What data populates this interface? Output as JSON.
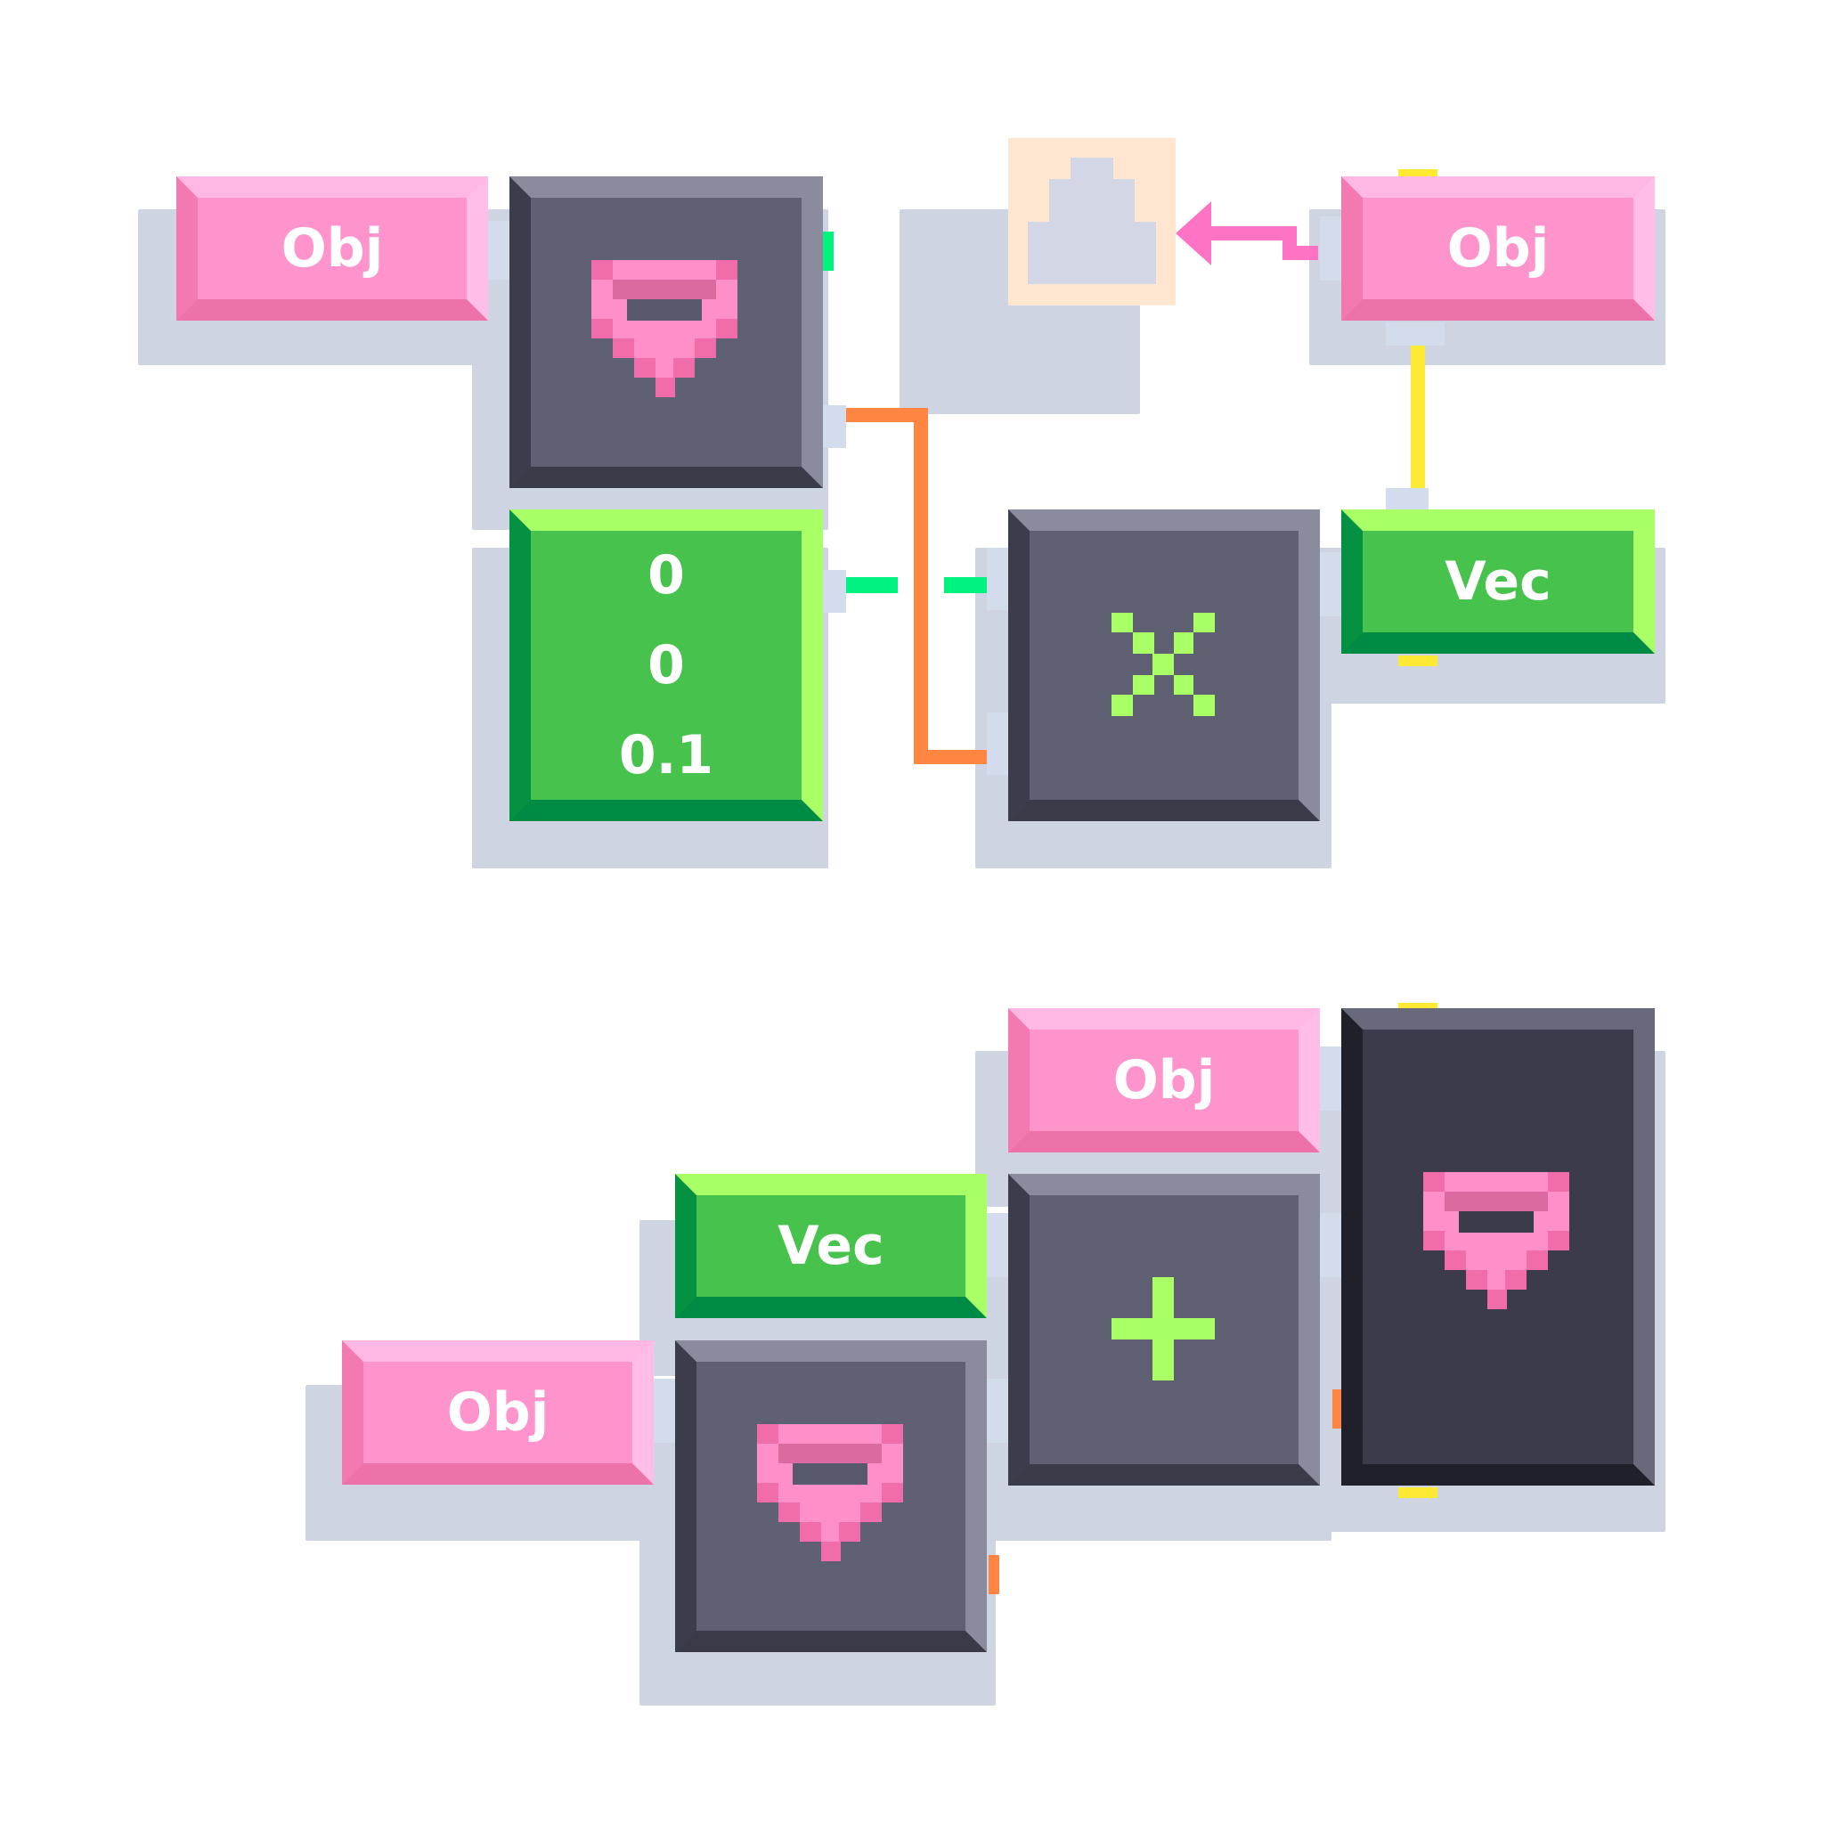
{
  "nodes": {
    "obj_top_left": {
      "label": "Obj"
    },
    "obj_top_right": {
      "label": "Obj"
    },
    "vec_right": {
      "label": "Vec"
    },
    "vector_values": {
      "values": [
        "0",
        "0",
        "0.1"
      ]
    },
    "obj_bottom_middle": {
      "label": "Obj"
    },
    "vec_bottom": {
      "label": "Vec"
    },
    "obj_bottom_left": {
      "label": "Obj"
    }
  },
  "icons": {
    "get_component": "pink-pin-icon",
    "multiply": "multiply-icon",
    "add": "plus-icon",
    "target": "triangle-target-icon"
  },
  "colors": {
    "object": "#ff94cc",
    "vector": "#47c24d",
    "operator": "#5f6173",
    "wire_orange": "#ff8642",
    "wire_green": "#00f27f",
    "wire_yellow": "#ffea33",
    "wire_pink": "#ff73c4",
    "target": "#ffe6d0"
  }
}
